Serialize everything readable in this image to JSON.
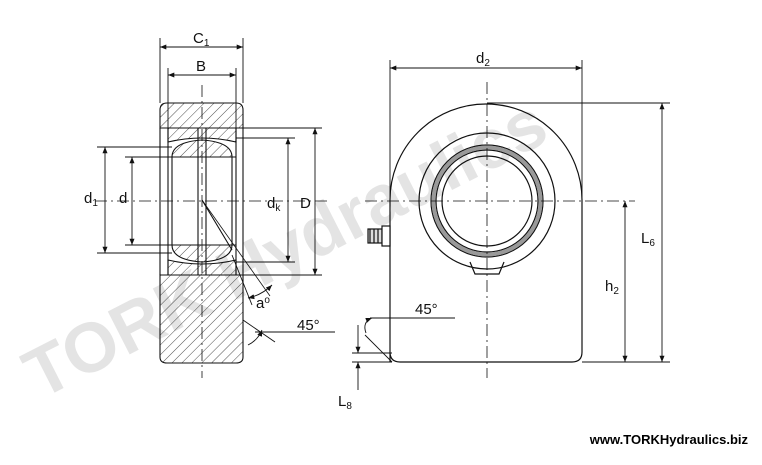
{
  "watermark": "TORK Hydraulics",
  "website": "www.TORKHydraulics.biz",
  "labels": {
    "C1": {
      "main": "C",
      "sub": "1"
    },
    "B": {
      "main": "B"
    },
    "d1": {
      "main": "d",
      "sub": "1"
    },
    "d": {
      "main": "d"
    },
    "dk": {
      "main": "d",
      "sub": "k"
    },
    "D": {
      "main": "D"
    },
    "a": {
      "main": "a",
      "sup": "o"
    },
    "angle_left": "45°",
    "d2": {
      "main": "d",
      "sub": "2"
    },
    "angle_right": "45°",
    "L6": {
      "main": "L",
      "sub": "6"
    },
    "h2": {
      "main": "h",
      "sub": "2"
    },
    "L8": {
      "main": "L",
      "sub": "8"
    }
  },
  "colors": {
    "line": "#111111",
    "watermark": "#cfcfcf",
    "background": "#ffffff"
  }
}
